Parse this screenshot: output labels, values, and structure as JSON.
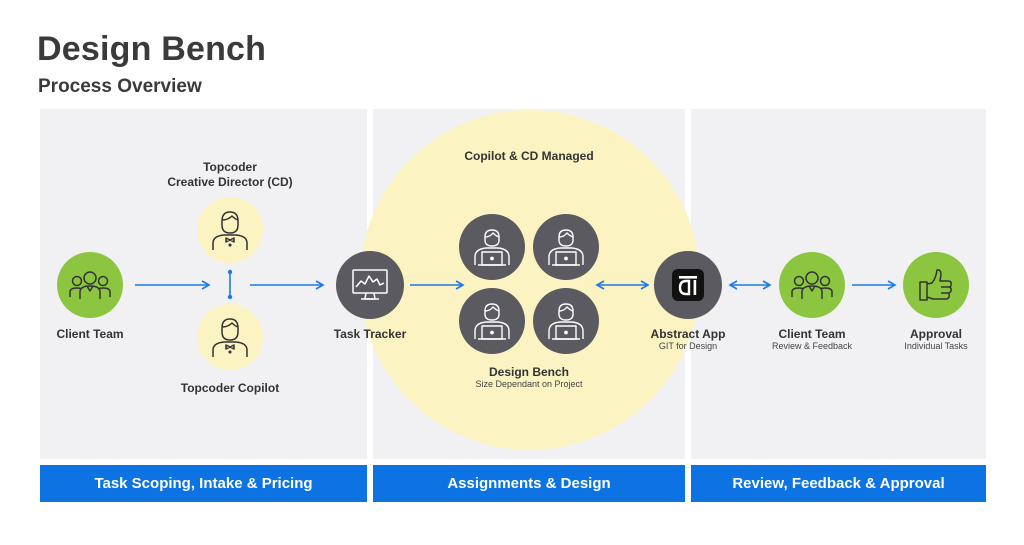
{
  "header": {
    "title": "Design Bench",
    "subtitle": "Process Overview"
  },
  "nodes": {
    "client_team_left": {
      "label": "Client Team",
      "icon": "team-icon"
    },
    "creative_director": {
      "label_line1": "Topcoder",
      "label_line2": "Creative Director (CD)",
      "icon": "person-bowtie-icon"
    },
    "copilot": {
      "label": "Topcoder Copilot",
      "icon": "person-bowtie-icon"
    },
    "task_tracker": {
      "label": "Task Tracker",
      "icon": "monitor-chart-icon"
    },
    "design_bench": {
      "title": "Copilot & CD Managed",
      "label": "Design Bench",
      "sublabel": "Size Dependant on Project",
      "icon": "designer-laptop-icon"
    },
    "abstract_app": {
      "label": "Abstract App",
      "sublabel": "GIT for Design",
      "icon": "abstract-logo-icon"
    },
    "client_team_right": {
      "label": "Client Team",
      "sublabel": "Review & Feedback",
      "icon": "team-icon"
    },
    "approval": {
      "label": "Approval",
      "sublabel": "Individual Tasks",
      "icon": "thumbs-up-icon"
    }
  },
  "phases": [
    {
      "label": "Task Scoping, Intake & Pricing"
    },
    {
      "label": "Assignments & Design"
    },
    {
      "label": "Review, Feedback & Approval"
    }
  ],
  "colors": {
    "accent_blue": "#0d73e2",
    "green": "#8cc641",
    "pale_yellow": "#fbf3c1",
    "dark_gray": "#5a5a60",
    "panel_gray": "#f1f1f3",
    "arrow_blue": "#1b7ae8"
  }
}
